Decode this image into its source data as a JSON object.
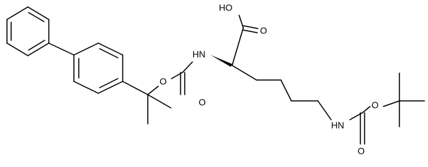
{
  "structure": {
    "atoms": {
      "hydroxyl": "HO",
      "carbonyl_o_acid": "O",
      "amine_alpha": "HN",
      "ester_o_bpoc": "O",
      "carbonyl_o_bpoc": "O",
      "amine_epsilon": "HN",
      "ester_o_boc": "O",
      "carbonyl_o_boc": "O"
    },
    "colors": {
      "line": "#000000",
      "background": "#ffffff"
    }
  }
}
